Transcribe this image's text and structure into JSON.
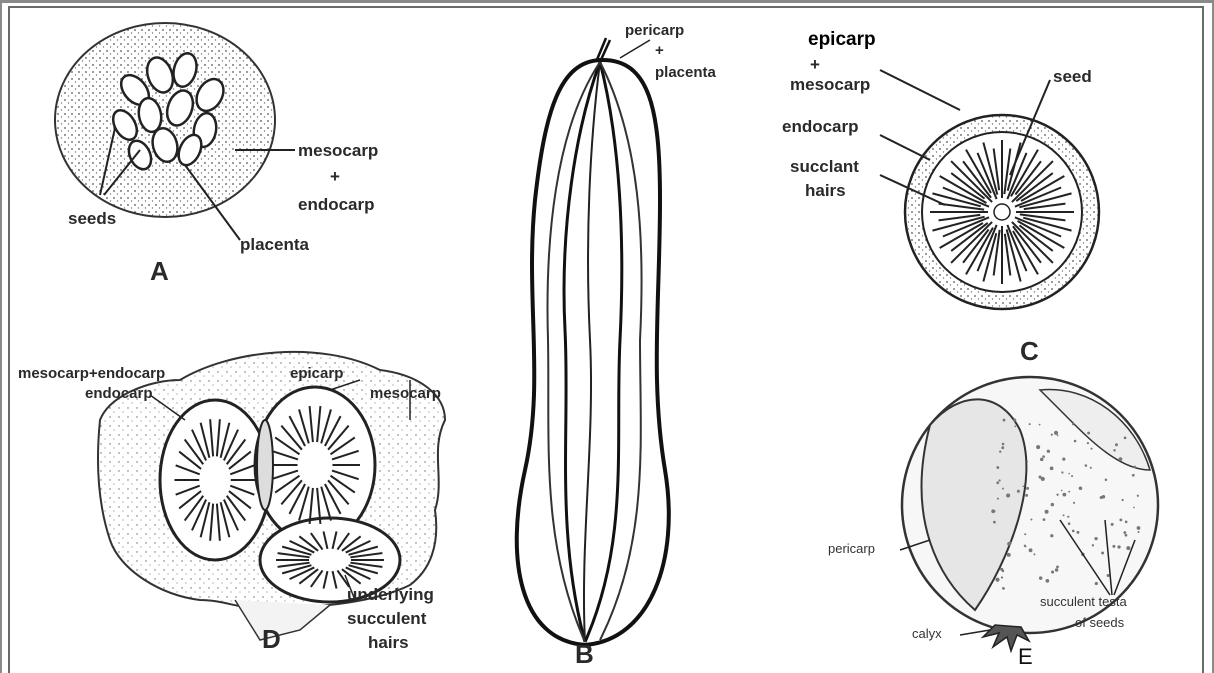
{
  "figure": {
    "A": {
      "letter": "A",
      "seeds": "seeds",
      "mesocarp": "mesocarp",
      "plus": "+",
      "endocarp": "endocarp",
      "placenta": "placenta"
    },
    "B": {
      "letter": "B",
      "pericarp": "pericarp",
      "plus": "+",
      "placenta": "placenta"
    },
    "C": {
      "letter": "C",
      "epicarp": "epicarp",
      "plus": "+",
      "mesocarp": "mesocarp",
      "seed": "seed",
      "endocarp": "endocarp",
      "succulent": "succlant",
      "hairs": "hairs"
    },
    "D": {
      "letter": "D",
      "meso_endo": "mesocarp+endocarp",
      "endocarp": "endocarp",
      "epicarp": "epicarp",
      "mesocarp": "mesocarp",
      "underlying": "underlying",
      "succulent": "succulent",
      "hairs": "hairs"
    },
    "E": {
      "letter": "E",
      "pericarp": "pericarp",
      "calyx": "calyx",
      "succulent_testa": "succulent testa",
      "of_seeds": "of seeds"
    }
  }
}
